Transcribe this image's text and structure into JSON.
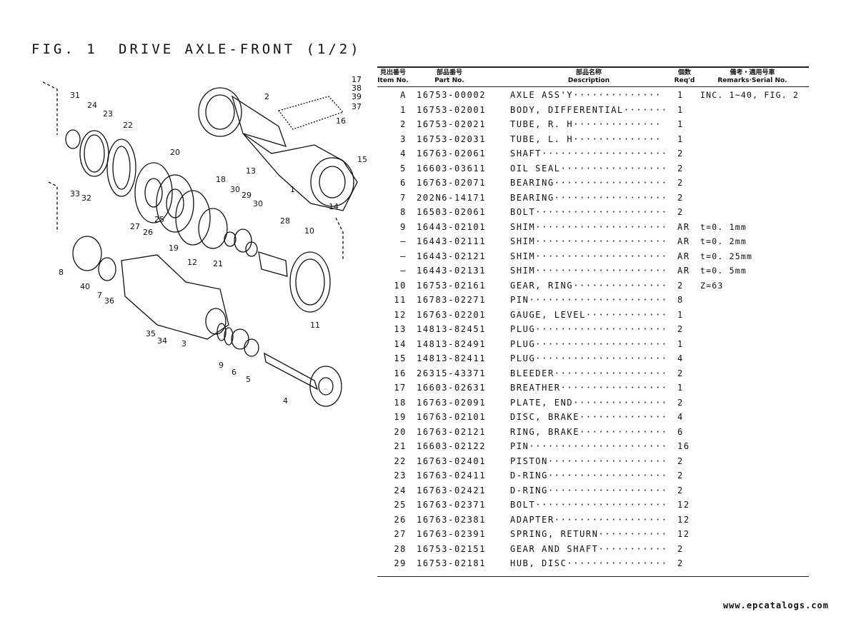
{
  "header": {
    "fig": "FIG. 1",
    "title": "DRIVE AXLE-FRONT (1/2)"
  },
  "columns": {
    "item_jp": "見出番号",
    "item_en": "Item No.",
    "part_jp": "部品番号",
    "part_en": "Part No.",
    "desc_jp": "部品名称",
    "desc_en": "Description",
    "qty_jp": "個数",
    "qty_en": "Req'd",
    "rem_jp": "備考・適用号車",
    "rem_en": "Remarks·Serial No."
  },
  "rows": [
    {
      "item": "A",
      "part": "16753-00002",
      "desc": "AXLE ASS'Y··············",
      "qty": "1",
      "rem": "INC. 1~40, FIG. 2"
    },
    {
      "item": "1",
      "part": "16753-02001",
      "desc": "BODY, DIFFERENTIAL·······",
      "qty": "1",
      "rem": ""
    },
    {
      "item": "2",
      "part": "16753-02021",
      "desc": "TUBE, R. H··············",
      "qty": "1",
      "rem": ""
    },
    {
      "item": "3",
      "part": "16753-02031",
      "desc": "TUBE, L. H··············",
      "qty": "1",
      "rem": ""
    },
    {
      "item": "4",
      "part": "16763-02061",
      "desc": "SHAFT····················",
      "qty": "2",
      "rem": ""
    },
    {
      "item": "5",
      "part": "16603-03611",
      "desc": "OIL SEAL·················",
      "qty": "2",
      "rem": ""
    },
    {
      "item": "6",
      "part": "16763-02071",
      "desc": "BEARING··················",
      "qty": "2",
      "rem": ""
    },
    {
      "item": "7",
      "part": "202N6-14171",
      "desc": "BEARING··················",
      "qty": "2",
      "rem": ""
    },
    {
      "item": "8",
      "part": "16503-02061",
      "desc": "BOLT·····················",
      "qty": "2",
      "rem": ""
    },
    {
      "item": "9",
      "part": "16443-02101",
      "desc": "SHIM·····················",
      "qty": "AR",
      "rem": "t=0. 1mm"
    },
    {
      "item": "–",
      "part": "16443-02111",
      "desc": "SHIM·····················",
      "qty": "AR",
      "rem": "t=0. 2mm"
    },
    {
      "item": "–",
      "part": "16443-02121",
      "desc": "SHIM·····················",
      "qty": "AR",
      "rem": "t=0. 25mm"
    },
    {
      "item": "–",
      "part": "16443-02131",
      "desc": "SHIM·····················",
      "qty": "AR",
      "rem": "t=0. 5mm"
    },
    {
      "item": "10",
      "part": "16753-02161",
      "desc": "GEAR, RING···············",
      "qty": "2",
      "rem": "Z=63"
    },
    {
      "item": "11",
      "part": "16783-02271",
      "desc": "PIN······················",
      "qty": "8",
      "rem": ""
    },
    {
      "item": "12",
      "part": "16763-02201",
      "desc": "GAUGE, LEVEL·············",
      "qty": "1",
      "rem": ""
    },
    {
      "item": "13",
      "part": "14813-82451",
      "desc": "PLUG·····················",
      "qty": "2",
      "rem": ""
    },
    {
      "item": "14",
      "part": "14813-82491",
      "desc": "PLUG·····················",
      "qty": "1",
      "rem": ""
    },
    {
      "item": "15",
      "part": "14813-82411",
      "desc": "PLUG·····················",
      "qty": "4",
      "rem": ""
    },
    {
      "item": "16",
      "part": "26315-43371",
      "desc": "BLEEDER··················",
      "qty": "2",
      "rem": ""
    },
    {
      "item": "17",
      "part": "16603-02631",
      "desc": "BREATHER·················",
      "qty": "1",
      "rem": ""
    },
    {
      "item": "18",
      "part": "16763-02091",
      "desc": "PLATE, END···············",
      "qty": "2",
      "rem": ""
    },
    {
      "item": "19",
      "part": "16763-02101",
      "desc": "DISC, BRAKE··············",
      "qty": "4",
      "rem": ""
    },
    {
      "item": "20",
      "part": "16763-02121",
      "desc": "RING, BRAKE··············",
      "qty": "6",
      "rem": ""
    },
    {
      "item": "21",
      "part": "16603-02122",
      "desc": "PIN······················",
      "qty": "16",
      "rem": ""
    },
    {
      "item": "22",
      "part": "16763-02401",
      "desc": "PISTON···················",
      "qty": "2",
      "rem": ""
    },
    {
      "item": "23",
      "part": "16763-02411",
      "desc": "D-RING···················",
      "qty": "2",
      "rem": ""
    },
    {
      "item": "24",
      "part": "16763-02421",
      "desc": "D-RING···················",
      "qty": "2",
      "rem": ""
    },
    {
      "item": "25",
      "part": "16763-02371",
      "desc": "BOLT·····················",
      "qty": "12",
      "rem": ""
    },
    {
      "item": "26",
      "part": "16763-02381",
      "desc": "ADAPTER··················",
      "qty": "12",
      "rem": ""
    },
    {
      "item": "27",
      "part": "16763-02391",
      "desc": "SPRING, RETURN···········",
      "qty": "12",
      "rem": ""
    },
    {
      "item": "28",
      "part": "16753-02151",
      "desc": "GEAR AND SHAFT···········",
      "qty": "2",
      "rem": ""
    },
    {
      "item": "29",
      "part": "16753-02181",
      "desc": "HUB, DISC················",
      "qty": "2",
      "rem": ""
    }
  ],
  "diagram": {
    "callouts": [
      "31",
      "24",
      "23",
      "22",
      "20",
      "2",
      "17",
      "38",
      "39",
      "37",
      "16",
      "15",
      "13",
      "1",
      "14",
      "33",
      "32",
      "18",
      "30",
      "29",
      "30",
      "28",
      "10",
      "27",
      "26",
      "25",
      "19",
      "21",
      "8",
      "40",
      "12",
      "7",
      "36",
      "11",
      "35",
      "34",
      "3",
      "9",
      "6",
      "5",
      "4"
    ]
  },
  "watermark": "www.epcatalogs.com"
}
